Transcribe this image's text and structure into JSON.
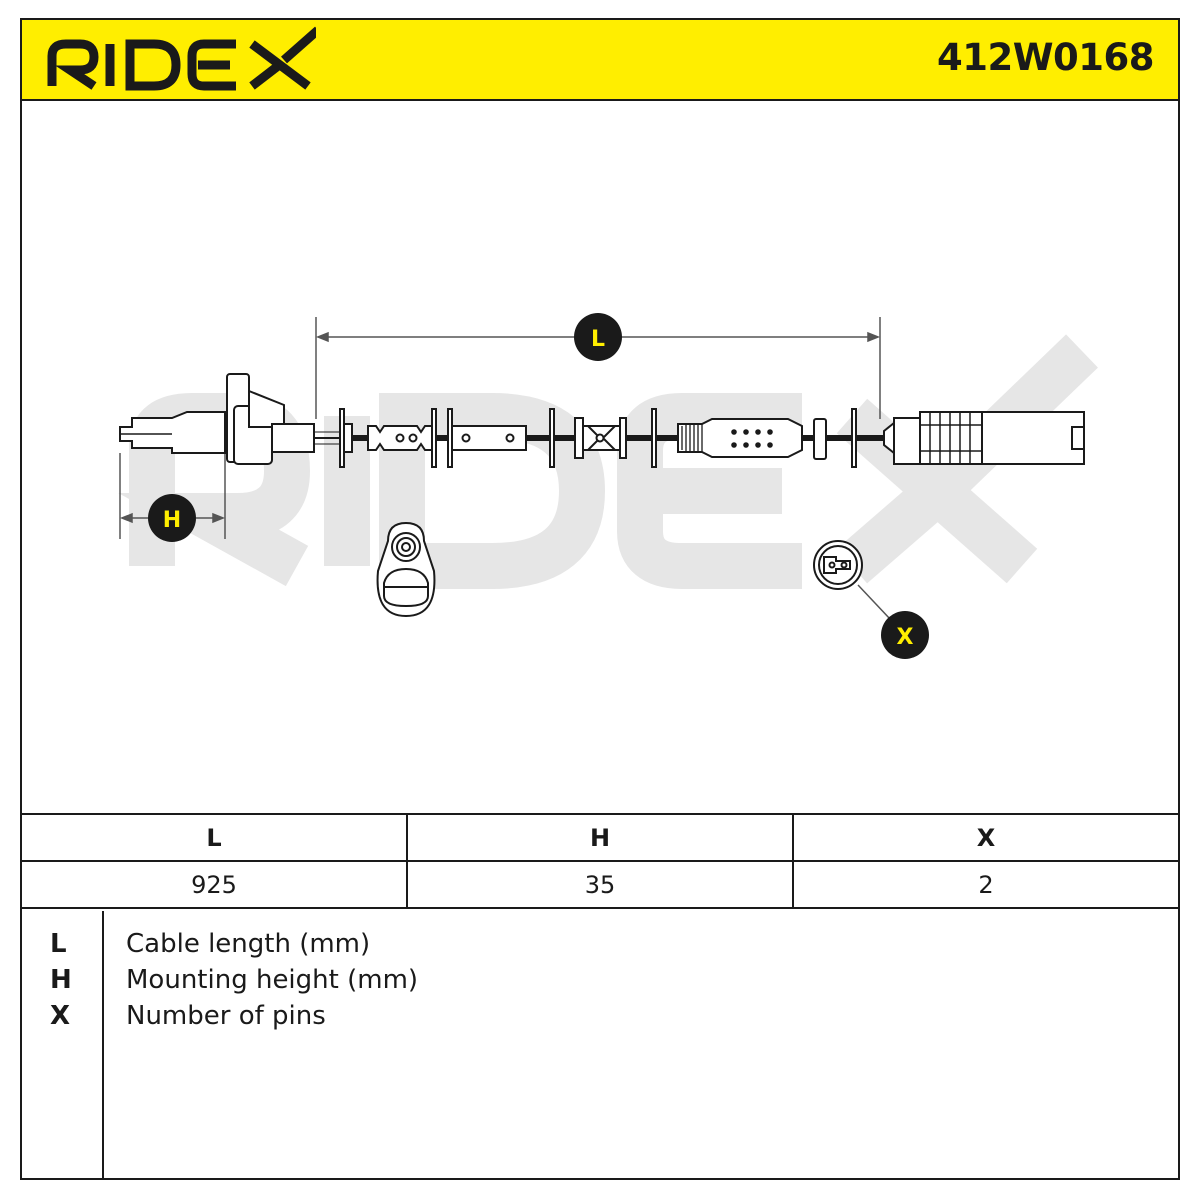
{
  "header": {
    "brand": "RIDEX",
    "part_number": "412W0168",
    "background_color": "#ffee00"
  },
  "diagram": {
    "callouts": {
      "length": "L",
      "height": "H",
      "pins": "X"
    },
    "watermark": "RIDEX"
  },
  "specs": {
    "headers": [
      "L",
      "H",
      "X"
    ],
    "values": [
      "925",
      "35",
      "2"
    ]
  },
  "legend": [
    {
      "key": "L",
      "description": "Cable length (mm)"
    },
    {
      "key": "H",
      "description": "Mounting height (mm)"
    },
    {
      "key": "X",
      "description": "Number of pins"
    }
  ]
}
